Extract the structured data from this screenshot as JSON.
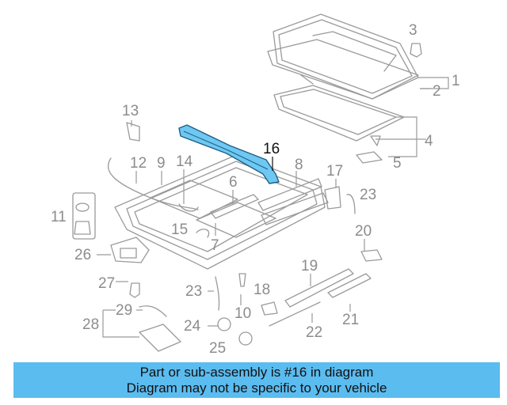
{
  "diagram": {
    "highlighted_part": "16",
    "callouts": [
      "1",
      "2",
      "3",
      "4",
      "5",
      "6",
      "7",
      "8",
      "9",
      "10",
      "11",
      "12",
      "13",
      "14",
      "15",
      "16",
      "17",
      "18",
      "19",
      "20",
      "21",
      "22",
      "23",
      "23",
      "24",
      "25",
      "26",
      "27",
      "28",
      "29"
    ]
  },
  "banner": {
    "line1": "Part or sub-assembly is #16 in diagram",
    "line2": "Diagram may not be specific to your vehicle"
  },
  "colors": {
    "banner_bg": "#5bbcf0",
    "highlight_part": "#6ec8f2",
    "line_gray": "#9a9a9a"
  }
}
